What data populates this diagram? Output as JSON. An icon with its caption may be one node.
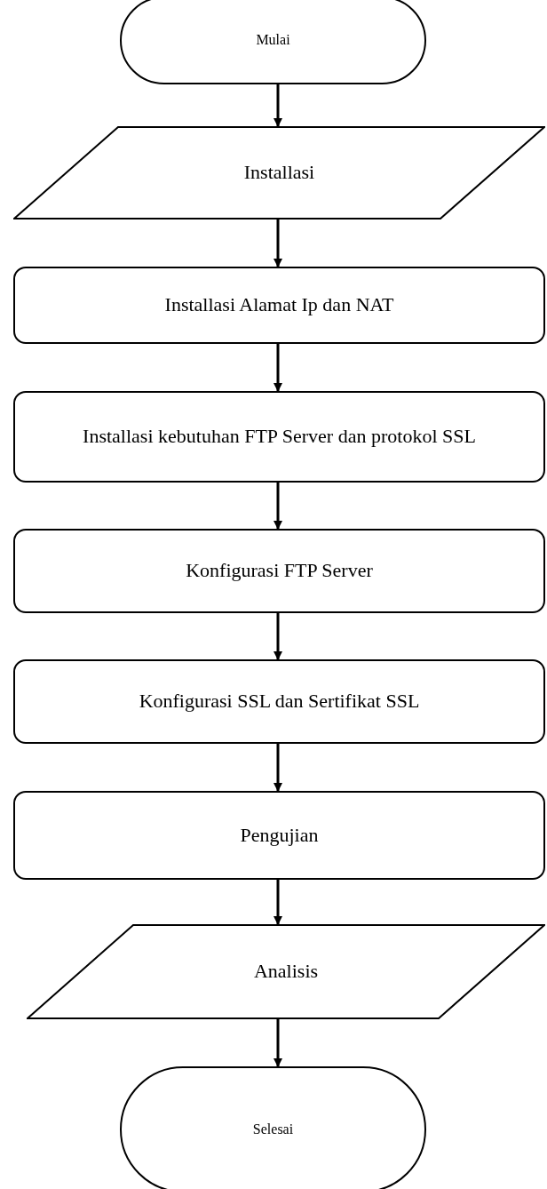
{
  "diagram": {
    "nodes": [
      {
        "text": [
          "Mulai"
        ]
      },
      {
        "text": [
          "Installasi"
        ]
      },
      {
        "text": [
          "Installasi Alamat Ip dan NAT"
        ]
      },
      {
        "text": [
          "Installasi kebutuhan FTP Server dan protokol SSL"
        ]
      },
      {
        "text": [
          "Konfigurasi FTP Server"
        ]
      },
      {
        "text": [
          "Konfigurasi SSL dan Sertifikat SSL"
        ]
      },
      {
        "text": [
          "Pengujian"
        ]
      },
      {
        "text": [
          "Analisis"
        ]
      },
      {
        "text": [
          "Selesai"
        ]
      }
    ],
    "edges": [
      {
        "from": 0,
        "to": 1,
        "arrow": "to"
      },
      {
        "from": 1,
        "to": 2,
        "arrow": "to"
      },
      {
        "from": 2,
        "to": 3,
        "arrow": "to"
      },
      {
        "from": 3,
        "to": 4,
        "arrow": "to"
      },
      {
        "from": 4,
        "to": 5,
        "arrow": "to"
      },
      {
        "from": 5,
        "to": 6,
        "arrow": "to"
      },
      {
        "from": 6,
        "to": 7,
        "arrow": "to"
      },
      {
        "from": 7,
        "to": 8,
        "arrow": "to"
      }
    ]
  }
}
